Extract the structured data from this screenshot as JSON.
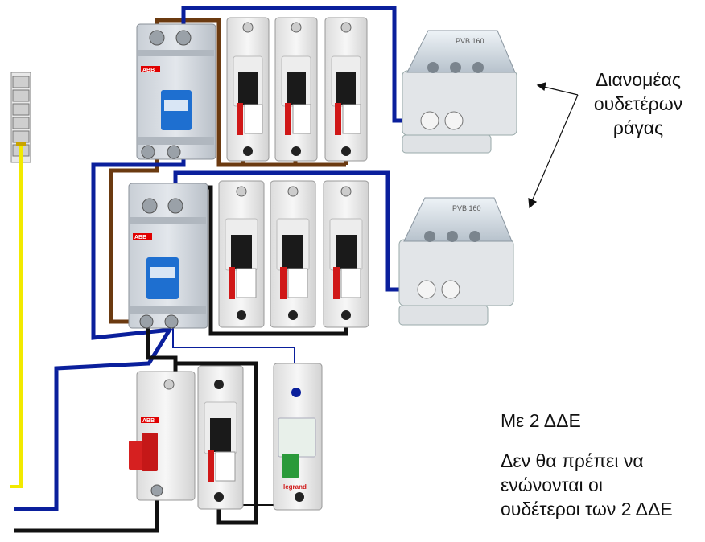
{
  "annotations": {
    "distributor_title": [
      "Διανομέας",
      "ουδετέρων",
      "ράγας"
    ],
    "rcd_count_note": "Με 2 ΔΔΕ",
    "warning": [
      "Δεν θα πρέπει να",
      "ενώνονται οι",
      "ουδέτεροι των 2 ΔΔΕ"
    ]
  },
  "device_markings": {
    "rcd_brand": "ABB",
    "switch_brand": "ABB",
    "breaker_brand": "legrand",
    "distributor_marking": "PVB 160"
  },
  "wire_colors": {
    "neutral": "#0a1f9c",
    "phase_black": "#111111",
    "phase_brown": "#6b3a10",
    "earth": "#f2ea00"
  },
  "components": {
    "rcd_units": 2,
    "breakers_per_rcd": 3,
    "neutral_distributors": 2,
    "main_switch": 1,
    "extra_breaker": 1,
    "indicator_module": 1
  }
}
